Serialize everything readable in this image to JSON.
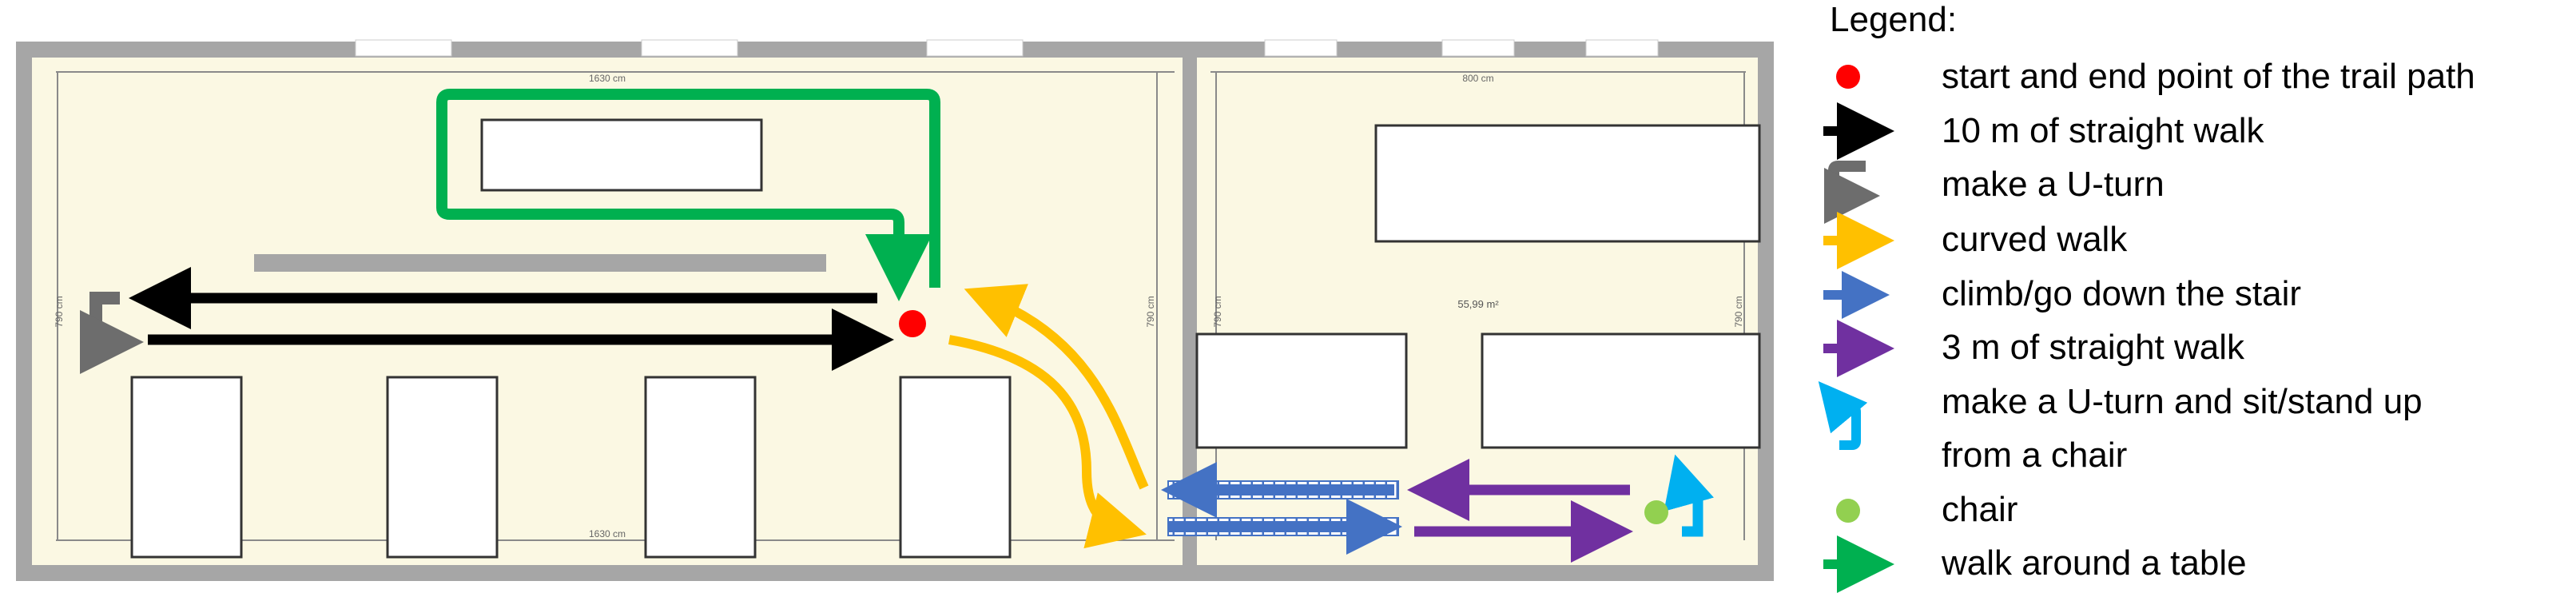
{
  "floorplan": {
    "left_room": {
      "dimension_top": "1630 cm",
      "dimension_bottom": "1630 cm",
      "dimension_left": "790 cm",
      "dimension_right": "790 cm"
    },
    "right_room": {
      "dimension_top": "800 cm",
      "dimension_left": "790 cm",
      "dimension_right": "790 cm",
      "area_label": "55,99 m²"
    }
  },
  "legend": {
    "title": "Legend:",
    "items": [
      {
        "icon": "red-dot-icon",
        "color": "#ff0000",
        "label": "start and end point of the trail path"
      },
      {
        "icon": "black-arrow-icon",
        "color": "#000000",
        "label": "10 m of straight walk"
      },
      {
        "icon": "u-turn-grey-icon",
        "color": "#6d6d6d",
        "label": "make a U-turn"
      },
      {
        "icon": "yellow-arrow-icon",
        "color": "#ffc000",
        "label": "curved walk"
      },
      {
        "icon": "blue-arrow-icon",
        "color": "#4472c4",
        "label": "climb/go down the stair"
      },
      {
        "icon": "purple-arrow-icon",
        "color": "#7030a0",
        "label": "3 m of straight walk"
      },
      {
        "icon": "u-turn-cyan-icon",
        "color": "#00b0f0",
        "label": "make a U-turn and sit/stand up",
        "label2": "from a chair"
      },
      {
        "icon": "green-dot-icon",
        "color": "#92d050",
        "label": "chair"
      },
      {
        "icon": "green-arrow-icon",
        "color": "#00b050",
        "label": "walk around a table"
      }
    ]
  },
  "colors": {
    "floor": "#fbf8e3",
    "wall": "#a6a6a6",
    "window": "#ffffff",
    "table_outline": "#333333"
  }
}
